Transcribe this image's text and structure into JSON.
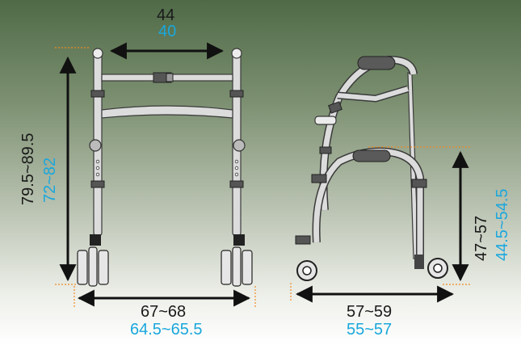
{
  "front_view": {
    "width_top": {
      "standard": "44",
      "alt": "40"
    },
    "height": {
      "standard": "79.5~89.5",
      "alt": "72~82"
    },
    "width_base": {
      "standard": "67~68",
      "alt": "64.5~65.5"
    }
  },
  "side_view": {
    "depth": {
      "standard": "57~59",
      "alt": "55~57"
    },
    "seat_height": {
      "standard": "47~57",
      "alt": "44.5~54.5"
    }
  },
  "colors": {
    "standard": "#1a1a1a",
    "alt": "#1aa7dc",
    "guide": "#f08a24",
    "frame": "#d8d8d8",
    "grip": "#5a5a5a"
  }
}
